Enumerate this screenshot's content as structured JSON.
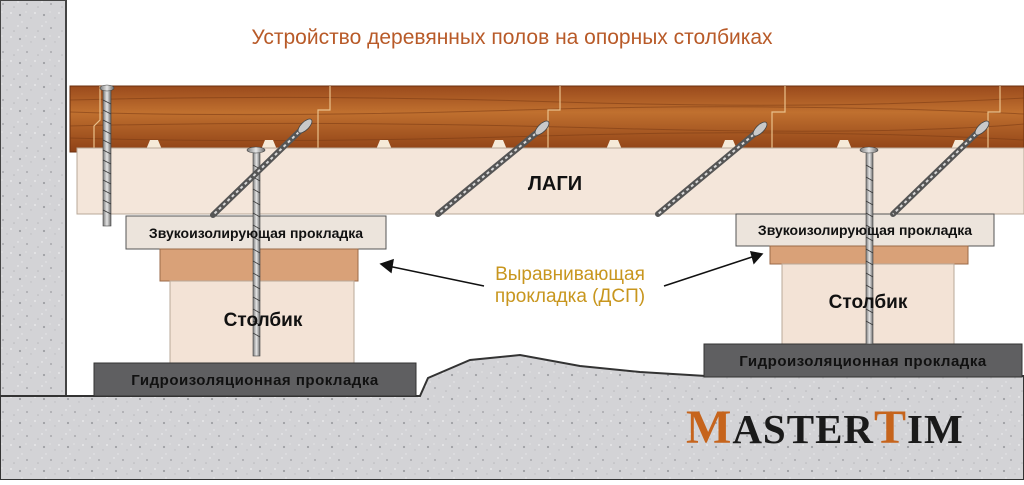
{
  "diagram": {
    "title": "Устройство деревянных полов на опорных столбиках",
    "labels": {
      "joists": "ЛАГИ",
      "sound_pad_left": "Звукоизолирующая прокладка",
      "sound_pad_right": "Звукоизолирующая прокладка",
      "leveling_pad_line1": "Выравнивающая",
      "leveling_pad_line2": "прокладка (ДСП)",
      "post_left": "Столбик",
      "post_right": "Столбик",
      "water_pad_left": "Гидроизоляционная прокладка",
      "water_pad_right": "Гидроизоляционная прокладка"
    },
    "logo": {
      "part1": "M",
      "part2": "ASTER",
      "part3": "T",
      "part4": "IM"
    },
    "colors": {
      "title": "#b85a28",
      "floorboard": "#b5622a",
      "joist": "#f4e6da",
      "sound_pad": "#ece4dc",
      "leveling_pad": "#d9a178",
      "post": "#f3e3d6",
      "water_pad": "#5e5e5e",
      "concrete": "#d4d4d6",
      "leveling_text": "#c8961e",
      "logo_accent": "#c6641c"
    }
  }
}
